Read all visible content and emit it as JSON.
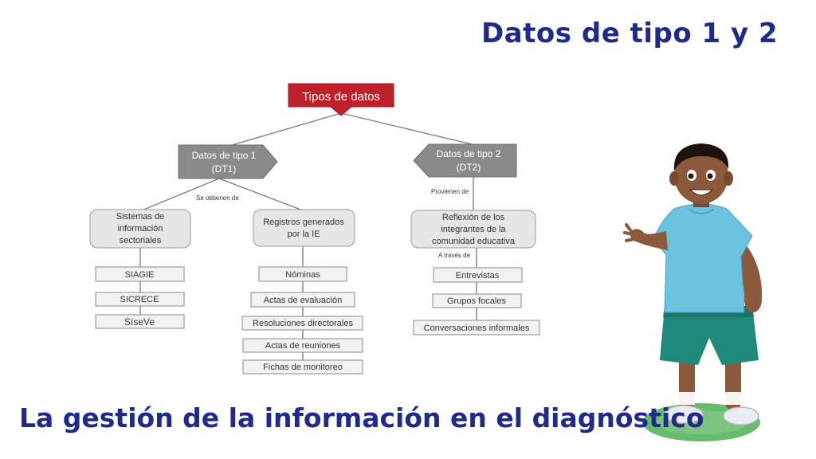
{
  "header": {
    "title": "Datos de tipo 1 y 2"
  },
  "footer": {
    "title": "La gestión de la información en el diagnóstico"
  },
  "diagram": {
    "root": "Tipos de datos",
    "dt1": {
      "line1": "Datos de tipo 1",
      "line2": "(DT1)"
    },
    "dt2": {
      "line1": "Datos de tipo 2",
      "line2": "(DT2)"
    },
    "labels": {
      "se_obtienen": "Se obtienen de",
      "provienen": "Provienen de",
      "a_traves": "A través de"
    },
    "sistemas": {
      "line1": "Sistemas de",
      "line2": "información",
      "line3": "sectoriales"
    },
    "registros": {
      "line1": "Registros generados",
      "line2": "por la IE"
    },
    "reflexion": {
      "line1": "Reflexión de los",
      "line2": "integrantes de la",
      "line3": "comunidad educativa"
    },
    "sistemas_items": [
      "SIAGIE",
      "SICRECE",
      "SíseVe"
    ],
    "registros_items": [
      "Nóminas",
      "Actas de evaluación",
      "Resoluciones directorales",
      "Actas de reuniones",
      "Fichas de monitoreo"
    ],
    "reflexion_items": [
      "Entrevistas",
      "Grupos focales",
      "Conversaciones informales"
    ]
  },
  "colors": {
    "root_fill": "#c0202a",
    "title_blue": "#1f2a8a",
    "node_gray": "#8a8a8a",
    "box_light": "#e6e6e6"
  },
  "illustration": {
    "icon": "boy-pointing-illustration"
  }
}
